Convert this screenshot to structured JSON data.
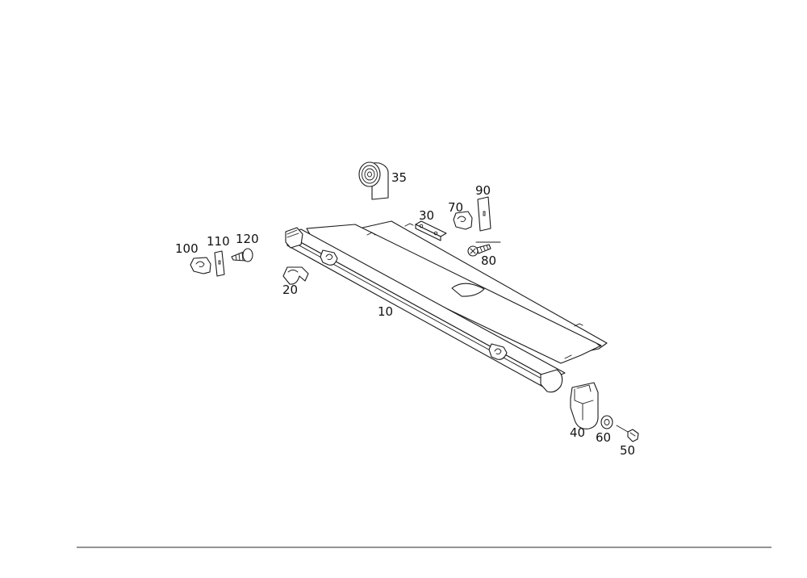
{
  "parts": [
    {
      "id": "p10",
      "label": "10"
    },
    {
      "id": "p20",
      "label": "20"
    },
    {
      "id": "p30",
      "label": "30"
    },
    {
      "id": "p35",
      "label": "35"
    },
    {
      "id": "p40",
      "label": "40"
    },
    {
      "id": "p50",
      "label": "50"
    },
    {
      "id": "p60",
      "label": "60"
    },
    {
      "id": "p70",
      "label": "70"
    },
    {
      "id": "p80",
      "label": "80"
    },
    {
      "id": "p90",
      "label": "90"
    },
    {
      "id": "p100",
      "label": "100"
    },
    {
      "id": "p110",
      "label": "110"
    },
    {
      "id": "p120",
      "label": "120"
    }
  ]
}
